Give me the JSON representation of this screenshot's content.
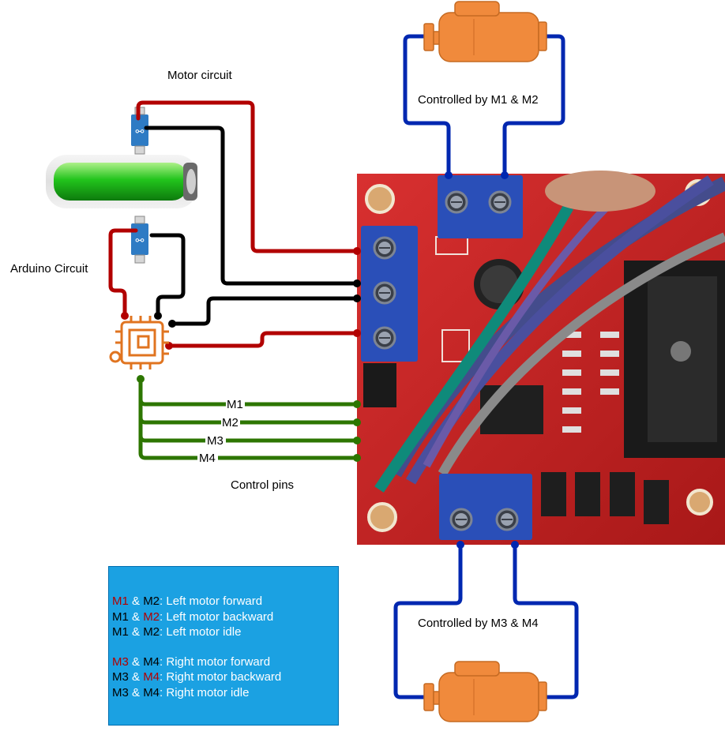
{
  "labels": {
    "motor_circuit": "Motor circuit",
    "arduino_circuit": "Arduino Circuit",
    "control_pins": "Control pins",
    "top_motor": "Controlled by M1 & M2",
    "bottom_motor": "Controlled by M3 & M4"
  },
  "pins": [
    "M1",
    "M2",
    "M3",
    "M4"
  ],
  "legend": {
    "rows": [
      {
        "a": "M1",
        "a_on": true,
        "amp": " & ",
        "b": "M2",
        "b_on": false,
        "text": ": Left motor forward"
      },
      {
        "a": "M1",
        "a_on": false,
        "amp": " & ",
        "b": "M2",
        "b_on": true,
        "text": ": Left motor backward"
      },
      {
        "a": "M1",
        "a_on": false,
        "amp": " & ",
        "b": "M2",
        "b_on": false,
        "text": ": Left motor idle"
      },
      {
        "a": "M3",
        "a_on": true,
        "amp": " & ",
        "b": "M4",
        "b_on": false,
        "text": ": Right motor forward"
      },
      {
        "a": "M3",
        "a_on": false,
        "amp": " & ",
        "b": "M4",
        "b_on": true,
        "text": ": Right motor backward"
      },
      {
        "a": "M3",
        "a_on": false,
        "amp": " & ",
        "b": "M4",
        "b_on": false,
        "text": ": Right motor idle"
      }
    ]
  },
  "colors": {
    "positive_wire": "#b20000",
    "ground_wire": "#000000",
    "control_wire": "#2d7600",
    "motor_wire": "#0027b0",
    "motor_body": "#f08a3c",
    "arduino": "#e07420",
    "legend_bg": "#1ba1e2",
    "board": "#cc2222",
    "terminal": "#2a4fb8"
  },
  "icons": {
    "battery": "battery-icon",
    "usb": "usb-connector-icon",
    "arduino": "microcontroller-icon",
    "motor": "motor-icon",
    "board": "l298n-driver-board-icon"
  }
}
